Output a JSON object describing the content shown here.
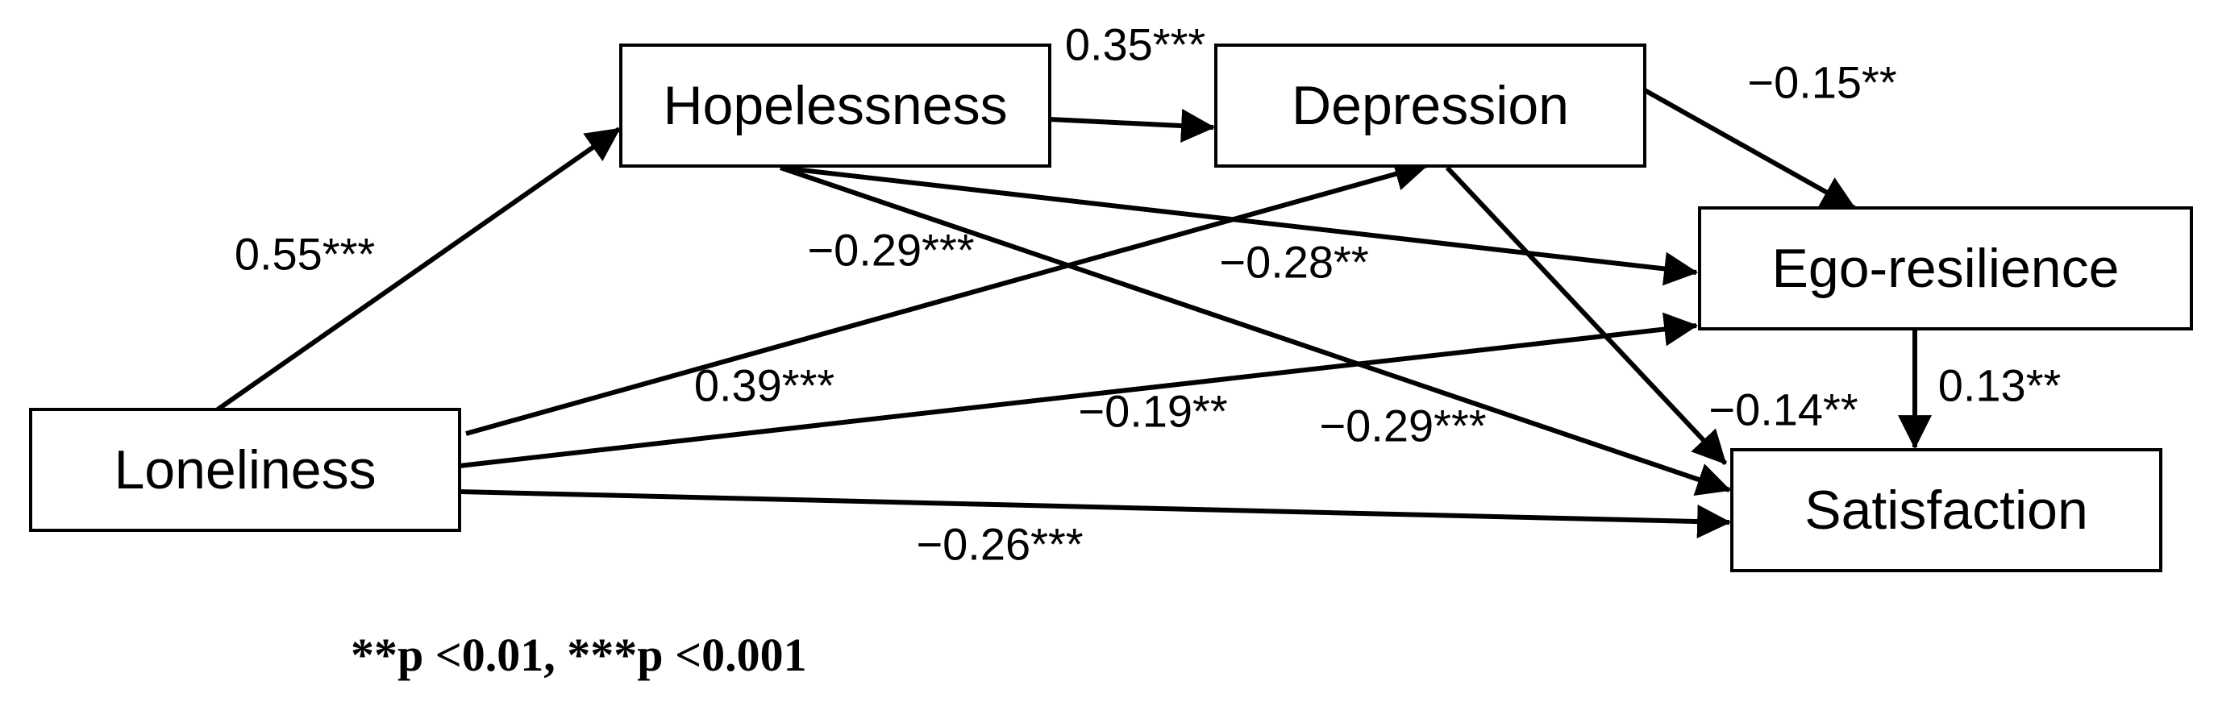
{
  "nodes": {
    "hopelessness": "Hopelessness",
    "depression": "Depression",
    "ego_resilience": "Ego-resilience",
    "loneliness": "Loneliness",
    "satisfaction": "Satisfaction"
  },
  "paths": {
    "loneliness_hopelessness": "0.55***",
    "hopelessness_depression": "0.35***",
    "depression_ego_resilience": "−0.15**",
    "loneliness_depression": "0.39***",
    "hopelessness_ego_resilience": "−0.28**",
    "hopelessness_satisfaction": "−0.29***",
    "loneliness_ego_resilience": "−0.19**",
    "depression_satisfaction": "−0.29***",
    "loneliness_satisfaction": "−0.26***",
    "ego_resilience_satisfaction": "0.13**",
    "depression_satisfaction_direct": "−0.14**"
  },
  "legend": {
    "text": "**p <0.01, ***p <0.001"
  }
}
